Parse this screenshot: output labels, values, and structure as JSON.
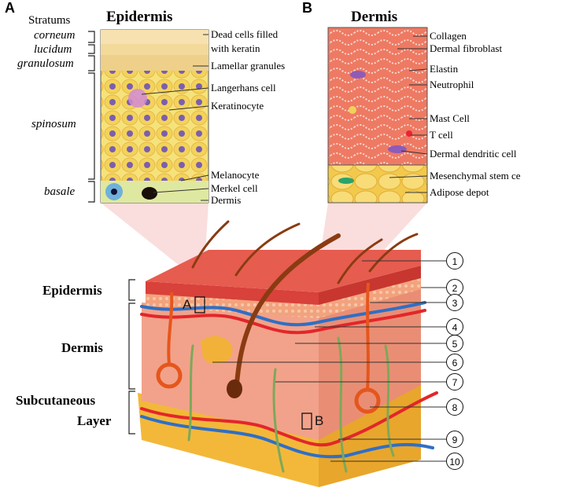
{
  "panels": {
    "a_letter": "A",
    "b_letter": "B",
    "epidermis_title": "Epidermis",
    "dermis_title": "Dermis",
    "stratums_heading": "Stratums"
  },
  "strata": [
    "corneum",
    "lucidum",
    "granulosum",
    "spinosum",
    "basale"
  ],
  "epidermis_labels": [
    "Dead cells filled",
    "with keratin",
    "Lamellar granules",
    "Langerhans cell",
    "Keratinocyte",
    "Melanocyte",
    "Merkel cell",
    "Dermis"
  ],
  "dermis_labels": [
    "Collagen",
    "Dermal fibroblast",
    "Elastin",
    "Neutrophil",
    "Mast Cell",
    "T cell",
    "Dermal dendritic cell",
    "Mesenchymal stem ce",
    "Adipose depot"
  ],
  "layers": [
    "Epidermis",
    "Dermis",
    "Subcutaneous",
    "Layer"
  ],
  "markers": {
    "a": "A",
    "b": "B"
  },
  "numbers": [
    "1",
    "2",
    "3",
    "4",
    "5",
    "6",
    "7",
    "8",
    "9",
    "10"
  ],
  "colors": {
    "skin_top": "#e0554a",
    "dermis": "#f0a08c",
    "fat": "#f7c24a",
    "artery": "#e3262a",
    "vein": "#2f6fc6",
    "nerve": "#7da85a",
    "hair": "#8a3b12"
  }
}
